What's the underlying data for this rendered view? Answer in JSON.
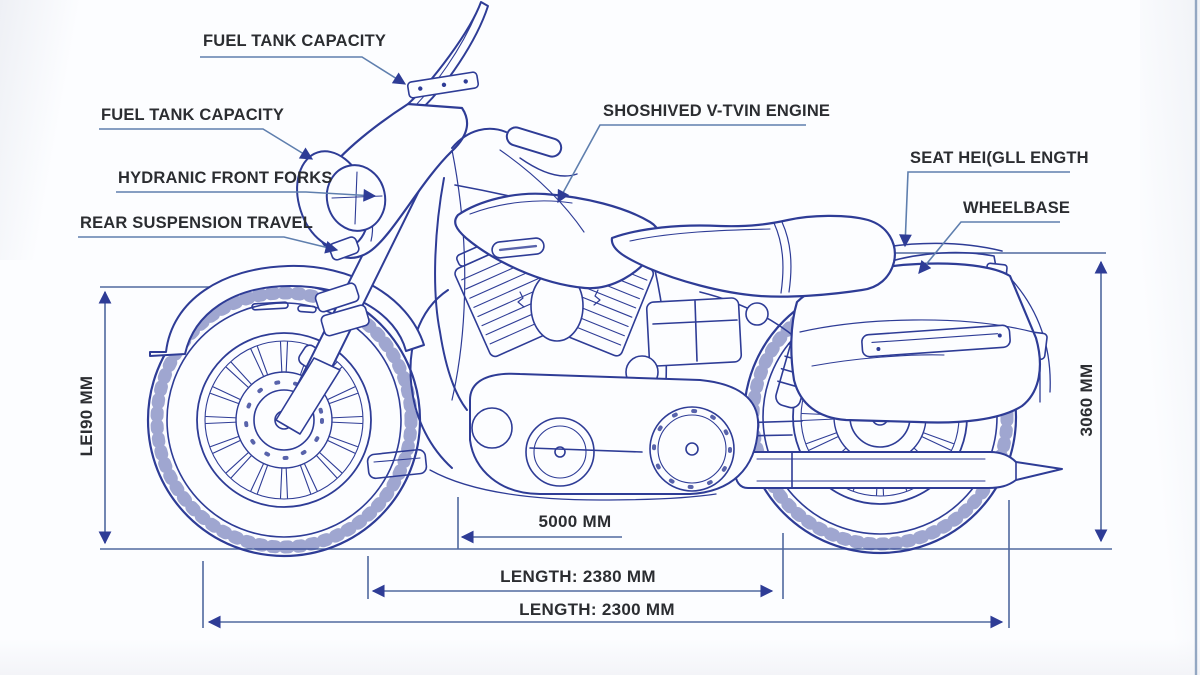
{
  "diagram": {
    "subject": "motorcycle-blueprint-side-view",
    "callouts": [
      {
        "id": "windshield",
        "text": "FUEL TANK CAPACITY"
      },
      {
        "id": "headlight",
        "text": "FUEL TANK CAPACITY"
      },
      {
        "id": "front-forks",
        "text": "HYDRANIC FRONT FORKS"
      },
      {
        "id": "rear-suspension",
        "text": "REAR SUSPENSION TRAVEL"
      },
      {
        "id": "engine",
        "text": "SHOSHIVED V-TVIN ENGINE"
      },
      {
        "id": "seat-height",
        "text": "SEAT HEI(GLL ENGTH"
      },
      {
        "id": "wheelbase",
        "text": "WHEELBASE"
      }
    ],
    "dimensions": {
      "front_height": "LEI90 MM",
      "rear_height": "3060 MM",
      "base_length": "5000 MM",
      "length_inner": "LENGTH: 2380 MM",
      "length_outer": "LENGTH: 2300 MM"
    },
    "colors": {
      "line_art": "#2e3c96",
      "leader": "#5f7fae",
      "label_text": "#2b2d31"
    }
  }
}
